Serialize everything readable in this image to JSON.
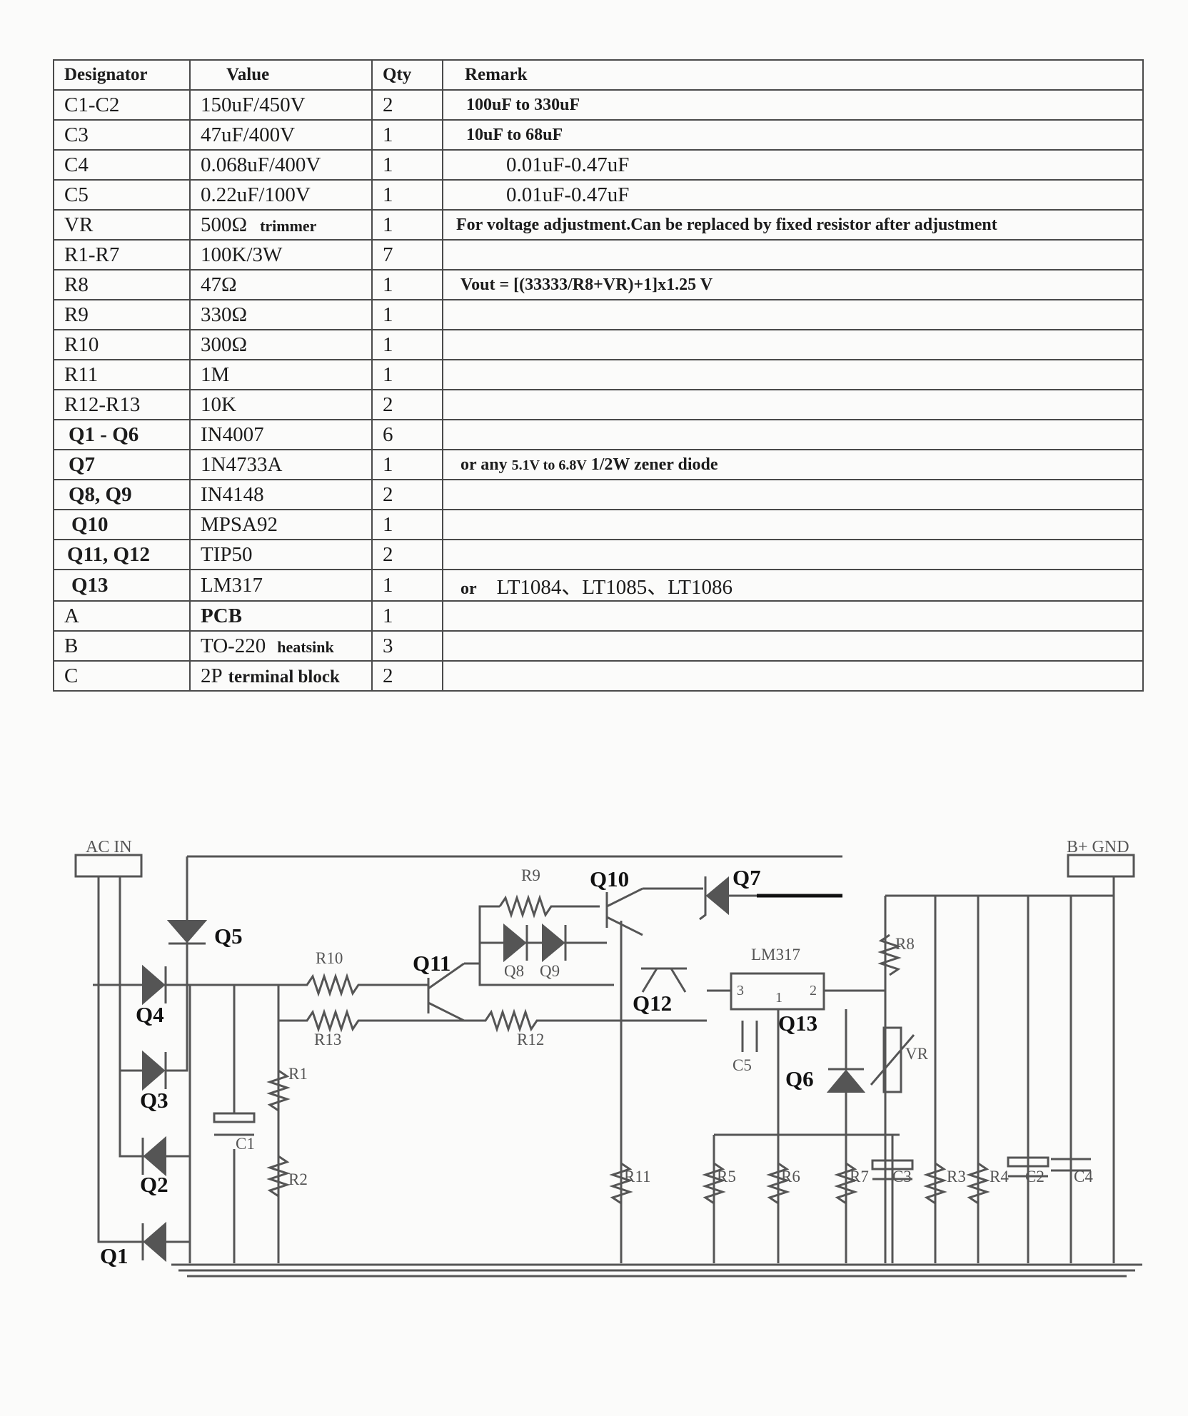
{
  "table": {
    "headers": [
      "Designator",
      "Value",
      "Qty",
      "Remark"
    ],
    "rows": [
      {
        "designator": "C1-C2",
        "value": "150uF/450V",
        "qty": "2",
        "remark": "100uF to 330uF"
      },
      {
        "designator": "C3",
        "value": "47uF/400V",
        "qty": "1",
        "remark": "10uF to 68uF"
      },
      {
        "designator": "C4",
        "value": "0.068uF/400V",
        "qty": "1",
        "remark": "0.01uF-0.47uF"
      },
      {
        "designator": "C5",
        "value": "0.22uF/100V",
        "qty": "1",
        "remark": "0.01uF-0.47uF"
      },
      {
        "designator": "VR",
        "value": "500Ω",
        "value_sub": "trimmer",
        "qty": "1",
        "remark": "For voltage adjustment.Can be replaced by fixed resistor after adjustment"
      },
      {
        "designator": "R1-R7",
        "value": "100K/3W",
        "qty": "7",
        "remark": ""
      },
      {
        "designator": "R8",
        "value": "47Ω",
        "qty": "1",
        "remark": "Vout = [(33333/R8+VR)+1]x1.25 V"
      },
      {
        "designator": "R9",
        "value": "330Ω",
        "qty": "1",
        "remark": ""
      },
      {
        "designator": "R10",
        "value": "300Ω",
        "qty": "1",
        "remark": ""
      },
      {
        "designator": "R11",
        "value": "1M",
        "qty": "1",
        "remark": ""
      },
      {
        "designator": "R12-R13",
        "value": "10K",
        "qty": "2",
        "remark": ""
      },
      {
        "designator": "Q1 - Q6",
        "value": "IN4007",
        "qty": "6",
        "remark": ""
      },
      {
        "designator": "Q7",
        "value": "1N4733A",
        "qty": "1",
        "remark_pre": "or any",
        "remark_mid": "5.1V to 6.8V",
        "remark_post": "1/2W zener diode"
      },
      {
        "designator": "Q8, Q9",
        "value": "IN4148",
        "qty": "2",
        "remark": ""
      },
      {
        "designator": "Q10",
        "value": "MPSA92",
        "qty": "1",
        "remark": ""
      },
      {
        "designator": "Q11, Q12",
        "value": "TIP50",
        "qty": "2",
        "remark": ""
      },
      {
        "designator": "Q13",
        "value": "LM317",
        "qty": "1",
        "remark_or": "or",
        "remark_alt": "LT1084、LT1085、LT1086"
      },
      {
        "designator": "A",
        "value": "PCB",
        "qty": "1",
        "remark": ""
      },
      {
        "designator": "B",
        "value": "TO-220",
        "value_sub": "heatsink",
        "qty": "3",
        "remark": ""
      },
      {
        "designator": "C",
        "value": "2P",
        "value_sub": "terminal block",
        "qty": "2",
        "remark": ""
      }
    ]
  },
  "schematic": {
    "connectors": {
      "ac_in": "AC IN",
      "output": "B+ GND"
    },
    "ic_name": "LM317",
    "ic_pins": {
      "pin3": "3",
      "pin1": "1",
      "pin2": "2"
    },
    "labels": {
      "Q1": "Q1",
      "Q2": "Q2",
      "Q3": "Q3",
      "Q4": "Q4",
      "Q5": "Q5",
      "Q6": "Q6",
      "Q7": "Q7",
      "Q8": "Q8",
      "Q9": "Q9",
      "Q10": "Q10",
      "Q11": "Q11",
      "Q12": "Q12",
      "Q13": "Q13",
      "R1": "R1",
      "R2": "R2",
      "R3": "R3",
      "R4": "R4",
      "R5": "R5",
      "R6": "R6",
      "R7": "R7",
      "R8": "R8",
      "R9": "R9",
      "R10": "R10",
      "R11": "R11",
      "R12": "R12",
      "R13": "R13",
      "C1": "C1",
      "C2": "C2",
      "C3": "C3",
      "C4": "C4",
      "C5": "C5",
      "VR": "VR"
    }
  }
}
